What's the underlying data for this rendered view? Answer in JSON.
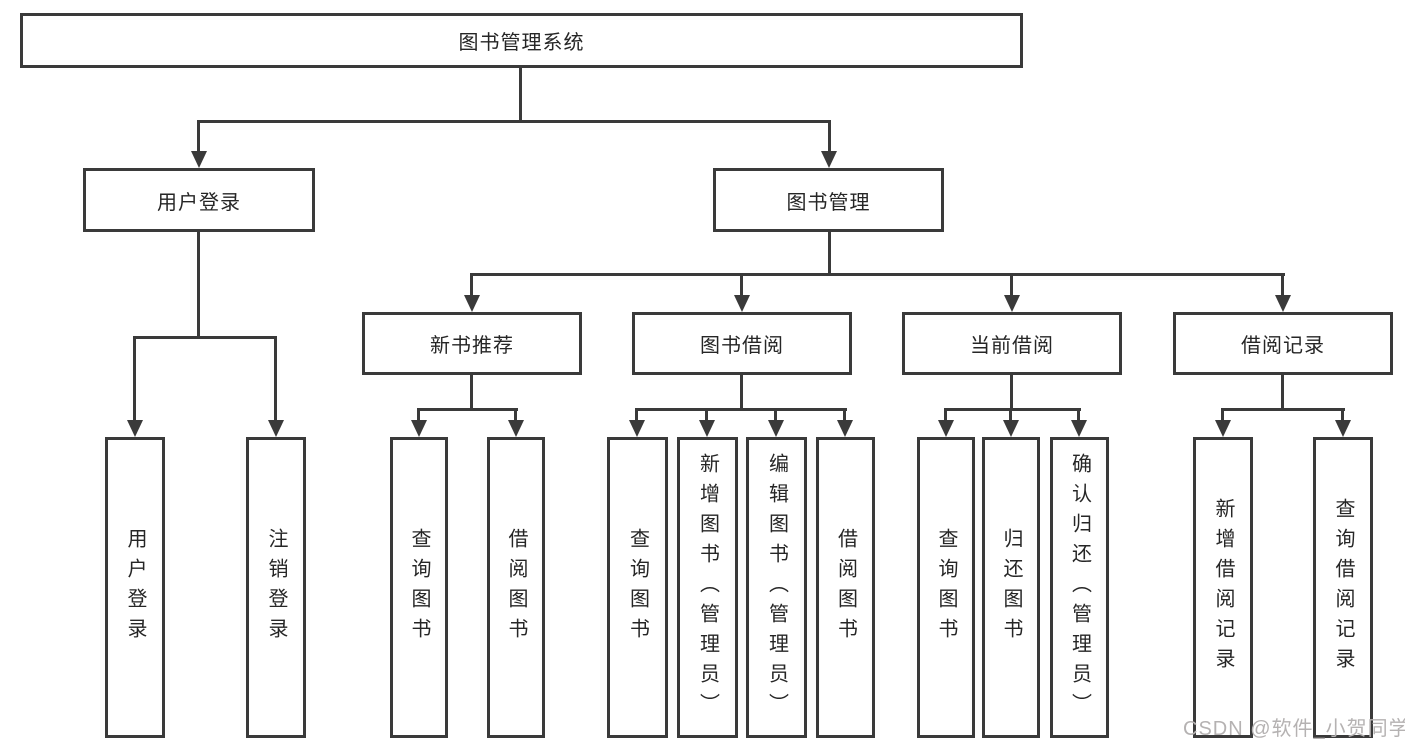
{
  "diagram": {
    "root": {
      "label": "图书管理系统"
    },
    "user_login": {
      "label": "用户登录",
      "children": [
        {
          "label": "用户登录"
        },
        {
          "label": "注销登录"
        }
      ]
    },
    "book_management": {
      "label": "图书管理",
      "new_books": {
        "label": "新书推荐",
        "children": [
          {
            "label": "查询图书"
          },
          {
            "label": "借阅图书"
          }
        ]
      },
      "borrowing": {
        "label": "图书借阅",
        "children": [
          {
            "label": "查询图书"
          },
          {
            "label": "新增图书（管理员）"
          },
          {
            "label": "编辑图书（管理员）"
          },
          {
            "label": "借阅图书"
          }
        ]
      },
      "current": {
        "label": "当前借阅",
        "children": [
          {
            "label": "查询图书"
          },
          {
            "label": "归还图书"
          },
          {
            "label": "确认归还（管理员）"
          }
        ]
      },
      "records": {
        "label": "借阅记录",
        "children": [
          {
            "label": "新增借阅记录"
          },
          {
            "label": "查询借阅记录"
          }
        ]
      }
    }
  },
  "watermark": {
    "text": "CSDN @软件_小贺同学"
  },
  "colors": {
    "line": "#3a3a3a",
    "text": "#262626",
    "watermark": "#b5b2b2",
    "background": "#ffffff"
  }
}
